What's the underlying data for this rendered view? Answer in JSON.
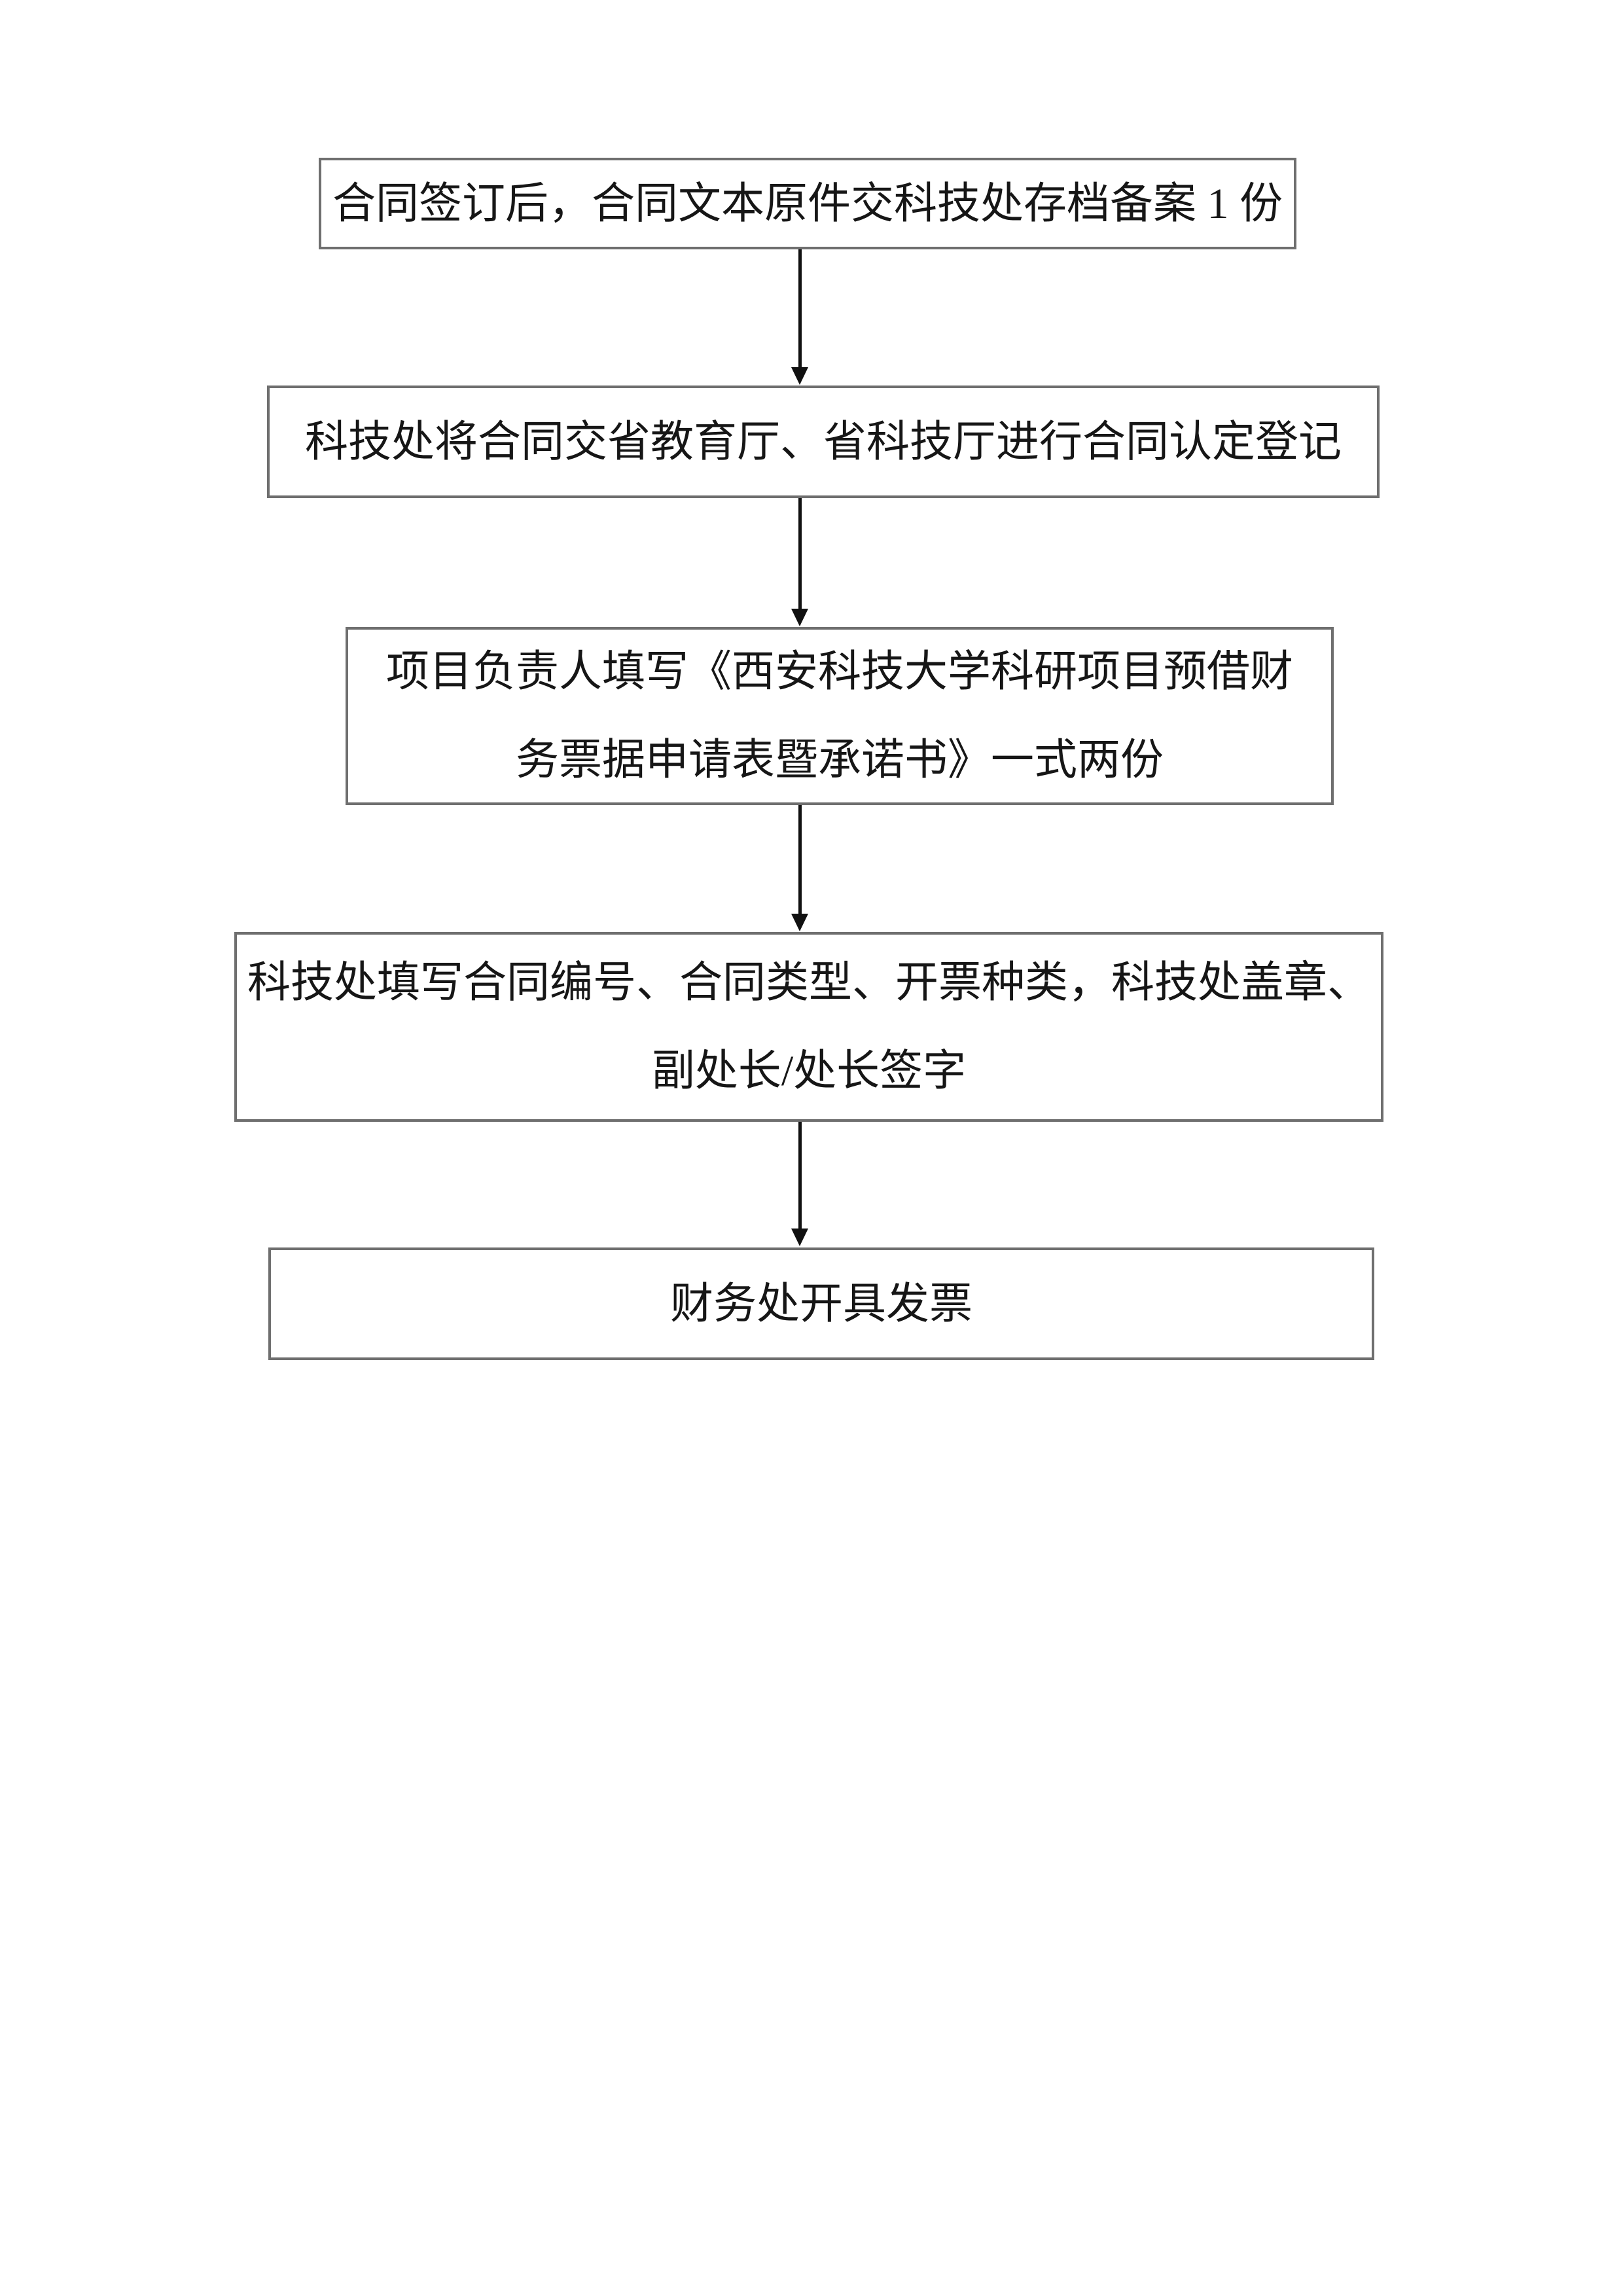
{
  "page": {
    "background": "#ffffff"
  },
  "flowchart": {
    "border_color": "#6f6f6f",
    "text_color": "#161616",
    "arrow_color": "#111111",
    "steps": [
      {
        "lines": [
          "合同签订后，合同文本原件交科技处存档备案 1 份"
        ]
      },
      {
        "lines": [
          "科技处将合同交省教育厅、省科技厅进行合同认定登记"
        ]
      },
      {
        "lines": [
          "项目负责人填写《西安科技大学科研项目预借财",
          "务票据申请表暨承诺书》一式两份"
        ]
      },
      {
        "lines": [
          "科技处填写合同编号、合同类型、开票种类，科技处盖章、",
          "副处长/处长签字"
        ]
      },
      {
        "lines": [
          "财务处开具发票"
        ]
      }
    ],
    "arrow_count": 4
  }
}
